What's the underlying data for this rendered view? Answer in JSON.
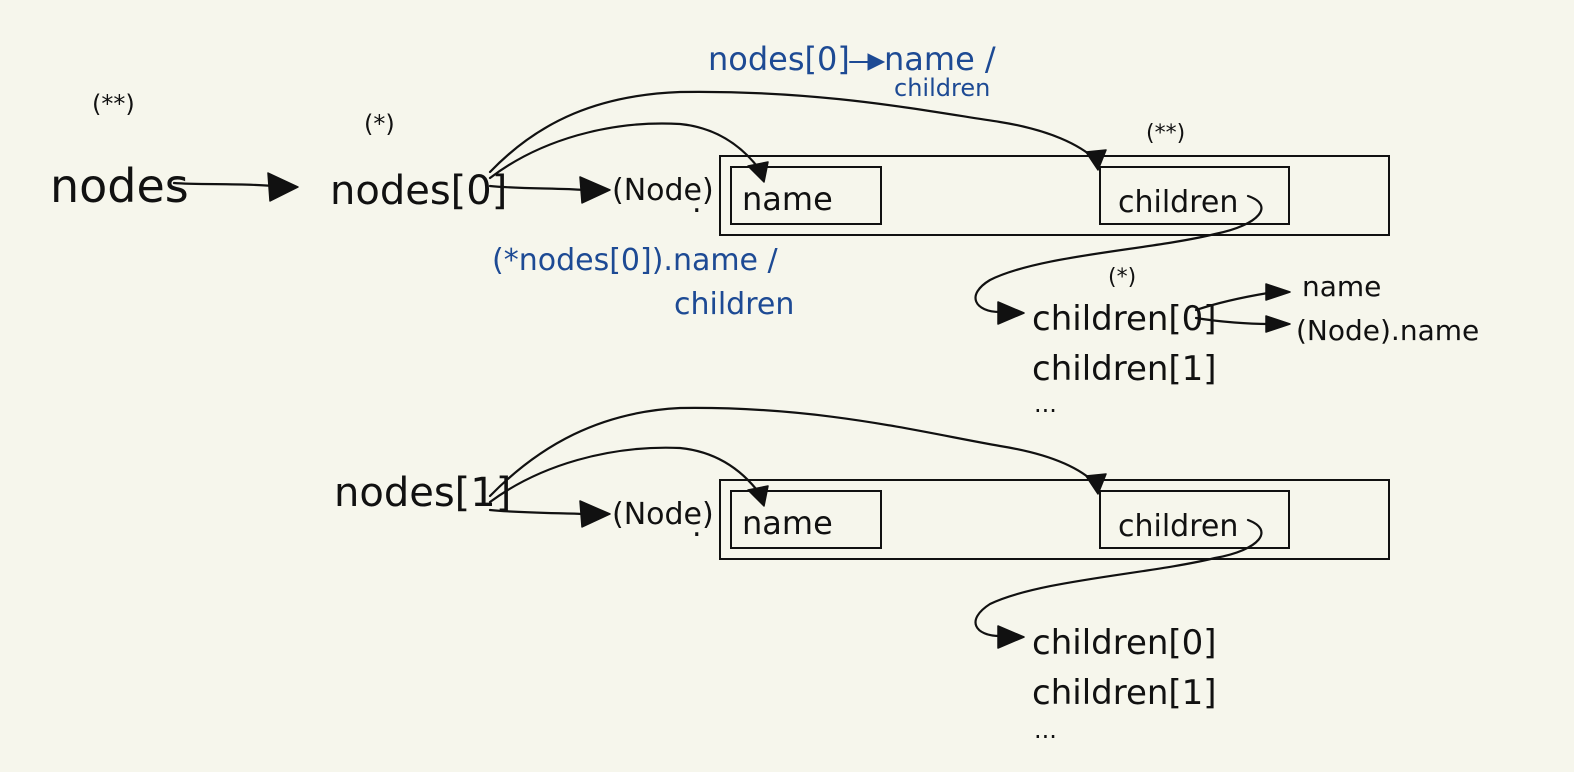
{
  "top": {
    "nodes_label": "nodes",
    "nodes_marker": "(**)",
    "nodes0_label": "nodes[0]",
    "nodes0_marker": "(*)",
    "node_cast": "(Node)",
    "dot": ".",
    "field_name": "name",
    "field_children": "children",
    "children_marker": "(**)",
    "children0": "children[0]",
    "children0_marker": "(*)",
    "children1": "children[1]",
    "ellipsis": "...",
    "child_name": "name",
    "child_cast_name": "(Node).name",
    "note_arrow_left": "nodes[0]",
    "note_arrow_right": "name /",
    "note_arrow_right2": "children",
    "note_deref": "(*nodes[0]).name /",
    "note_deref2": "children"
  },
  "bottom": {
    "nodes1_label": "nodes[1]",
    "node_cast": "(Node)",
    "dot": ".",
    "field_name": "name",
    "field_children": "children",
    "children0": "children[0]",
    "children1": "children[1]",
    "ellipsis": "..."
  }
}
